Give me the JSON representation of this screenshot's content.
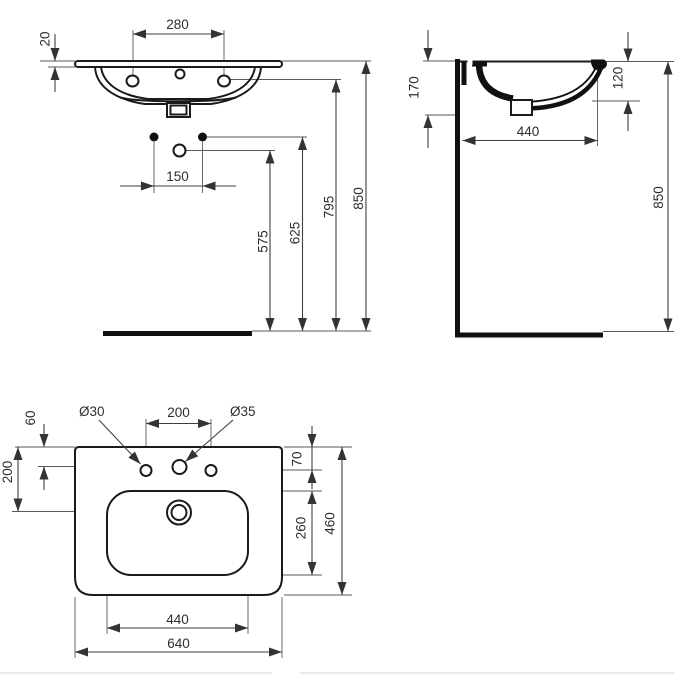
{
  "meta": {
    "description": "Washbasin technical drawing, three orthographic views, dimensions in mm"
  },
  "front": {
    "d280": "280",
    "d20": "20",
    "d150": "150",
    "d575": "575",
    "d625": "625",
    "d795": "795",
    "d850": "850"
  },
  "side": {
    "d170": "170",
    "d120": "120",
    "d440": "440",
    "d850": "850"
  },
  "plan": {
    "dia30": "Ø30",
    "dia35": "Ø35",
    "d200_top": "200",
    "d60": "60",
    "d200_left": "200",
    "d70": "70",
    "d260": "260",
    "d460": "460",
    "d440": "440",
    "d640": "640"
  },
  "colors": {
    "background": "#ffffff",
    "object_line": "#1a1a1a",
    "dimension_line": "#3f3f3f",
    "text": "#2e2e2e"
  }
}
